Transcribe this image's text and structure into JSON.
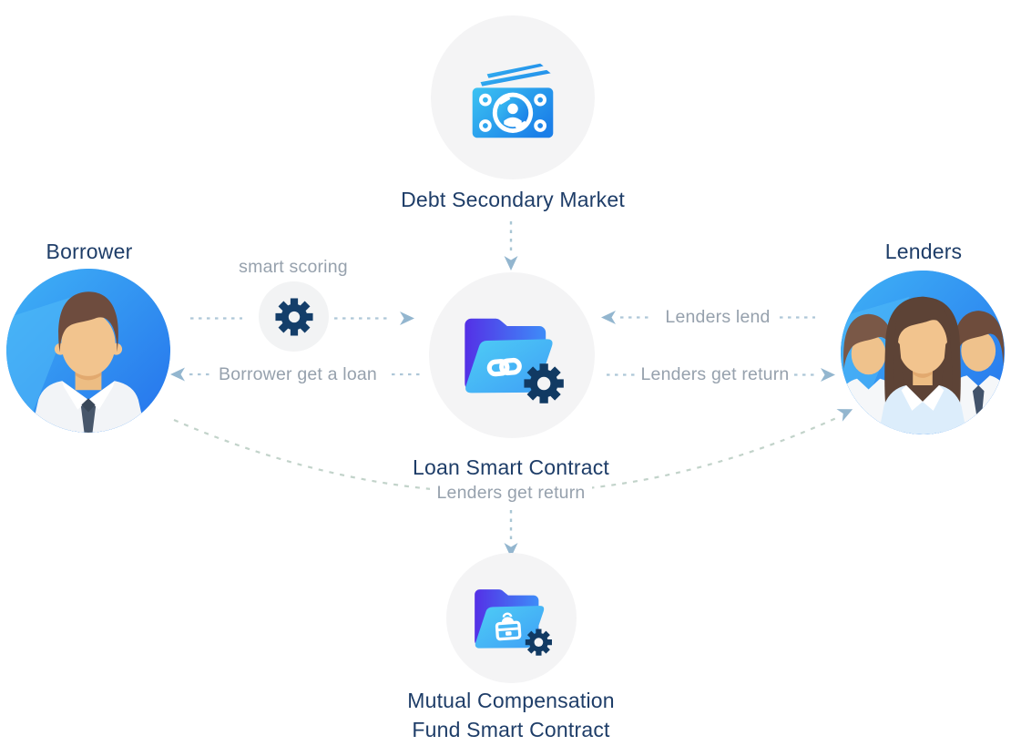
{
  "nodes": {
    "debt_market": {
      "label": "Debt Secondary Market",
      "icon": "banknote-icon"
    },
    "borrower": {
      "label": "Borrower",
      "icon": "man-avatar"
    },
    "lenders": {
      "label": "Lenders",
      "icon": "people-group-avatar"
    },
    "loan_contract": {
      "label": "Loan Smart Contract",
      "sublabel": "Lenders get return",
      "icon": "folder-link-gear-icon"
    },
    "smart_scoring": {
      "label": "smart scoring",
      "icon": "gear-icon"
    },
    "mutual_fund": {
      "label_line1": "Mutual Compensation",
      "label_line2": "Fund Smart Contract",
      "icon": "folder-moneybox-gear-icon"
    }
  },
  "flows": {
    "borrower_get_loan": "Borrower get a loan",
    "lenders_lend": "Lenders lend",
    "lenders_get_return": "Lenders get return"
  },
  "palette": {
    "title_color": "#1e3d68",
    "label_color": "#96a1ad",
    "arrow_dash_color": "#aec7d8",
    "arrowhead_color": "#93b6cf",
    "curve_dash_color": "#c2d3ca",
    "node_circle_bg": "#f4f4f5",
    "gear_navy": "#123c66",
    "icon_blue_light": "#3cc3f2",
    "icon_blue_deep": "#1b7fe8",
    "folder_purple": "#5430e6",
    "folder_blue": "#3e8cf8",
    "folder_front_light": "#4ecdf5",
    "folder_front_deep": "#3f9ff6"
  }
}
